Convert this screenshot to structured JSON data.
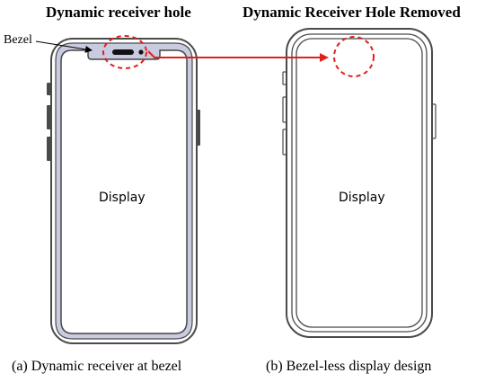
{
  "left_panel": {
    "title": "Dynamic receiver hole",
    "bezel_label": "Bezel",
    "display_label": "Display",
    "caption": "(a) Dynamic receiver at bezel"
  },
  "right_panel": {
    "title": "Dynamic Receiver Hole Removed",
    "display_label": "Display",
    "caption": "(b) Bezel-less display design"
  },
  "colors": {
    "outline": "#4a4a4a",
    "bezel_fill": "#c9cbe0",
    "highlight": "#e0201c"
  }
}
